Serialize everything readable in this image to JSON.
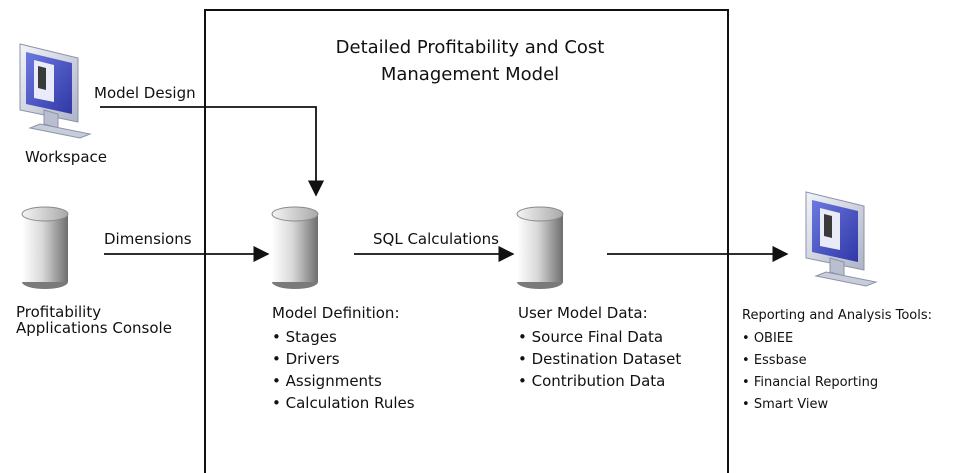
{
  "title": {
    "line1": "Detailed Profitability and Cost",
    "line2": "Management Model"
  },
  "labels": {
    "model_design": "Model Design",
    "workspace": "Workspace",
    "dimensions": "Dimensions",
    "console_line1": "Profitability",
    "console_line2": "Applications Console",
    "sql_calculations": "SQL Calculations"
  },
  "model_definition": {
    "heading": "Model Definition:",
    "items": [
      "Stages",
      "Drivers",
      "Assignments",
      "Calculation Rules"
    ]
  },
  "user_model_data": {
    "heading": "User Model Data:",
    "items": [
      "Source Final Data",
      "Destination Dataset",
      "Contribution Data"
    ]
  },
  "reporting_tools": {
    "heading": "Reporting and Analysis Tools:",
    "items": [
      "OBIEE",
      "Essbase",
      "Financial Reporting",
      "Smart View"
    ]
  },
  "icons": {
    "workspace": "monitor-icon",
    "console": "database-icon",
    "model_definition": "database-icon",
    "user_model_data": "database-icon",
    "reporting": "monitor-icon"
  },
  "colors": {
    "line": "#111111",
    "monitor_frame": "#d7dbe6",
    "monitor_screen": "#4a56c8",
    "db_light": "#ffffff",
    "db_dark": "#7c7c7c"
  }
}
